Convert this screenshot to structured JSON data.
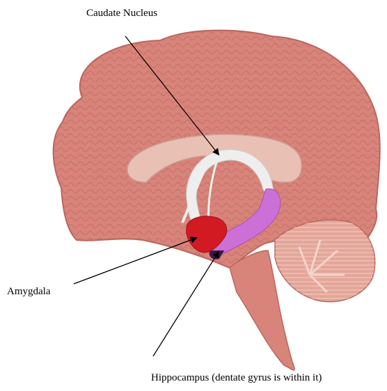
{
  "labels": {
    "caudate": "Caudate Nucleus",
    "amygdala": "Amygdala",
    "hippocampus": "Hippocampus (dentate gyrus is within it)"
  },
  "colors": {
    "cortex": "#d9847a",
    "cortex_shadow": "#b8665e",
    "cortex_highlight": "#e9a79d",
    "corpus_callosum": "#e8c1b4",
    "caudate": "#eeeeee",
    "amygdala": "#d21a22",
    "hippocampus": "#cc6fd6",
    "hippocampus_dark": "#3a1a4a",
    "cerebellum": "#e4a69a",
    "arrow": "#000000"
  }
}
